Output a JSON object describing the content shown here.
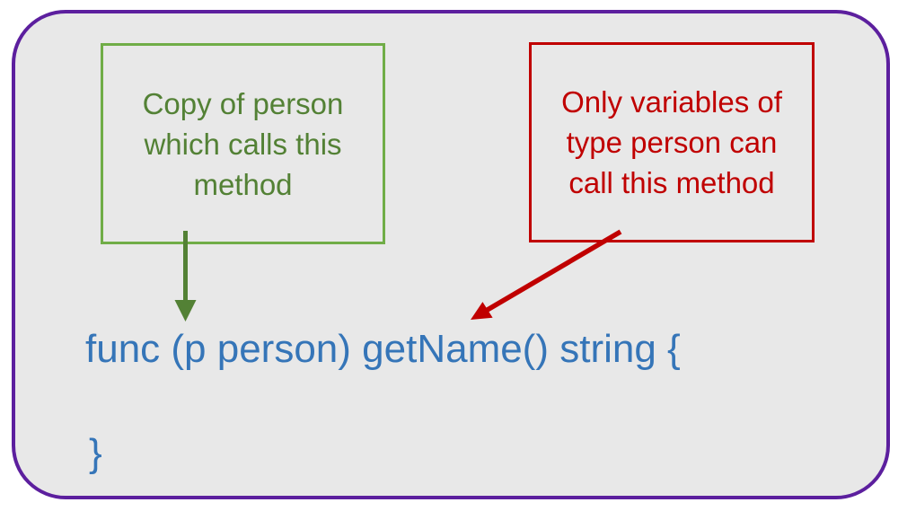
{
  "diagram": {
    "title": "go-method-receiver-explanation",
    "code": {
      "line1": "func (p person) getName() string {",
      "line2": "}"
    },
    "annotations": {
      "receiver_copy": {
        "lines": [
          "Copy of person",
          "which calls this",
          "method"
        ],
        "target": "p",
        "arrow": "green-down-arrow"
      },
      "receiver_type": {
        "lines": [
          "Only variables of",
          "type person can",
          "call this method"
        ],
        "target": "person receiver",
        "arrow": "red-diagonal-arrow"
      }
    },
    "colors": {
      "container_border": "#5c1f9e",
      "container_bg": "#e8e8e8",
      "green_box_border": "#70ad47",
      "green_text": "#538135",
      "green_arrow": "#538135",
      "red_box_and_text": "#c00000",
      "red_arrow": "#c00000",
      "code_blue": "#3575b8"
    }
  }
}
